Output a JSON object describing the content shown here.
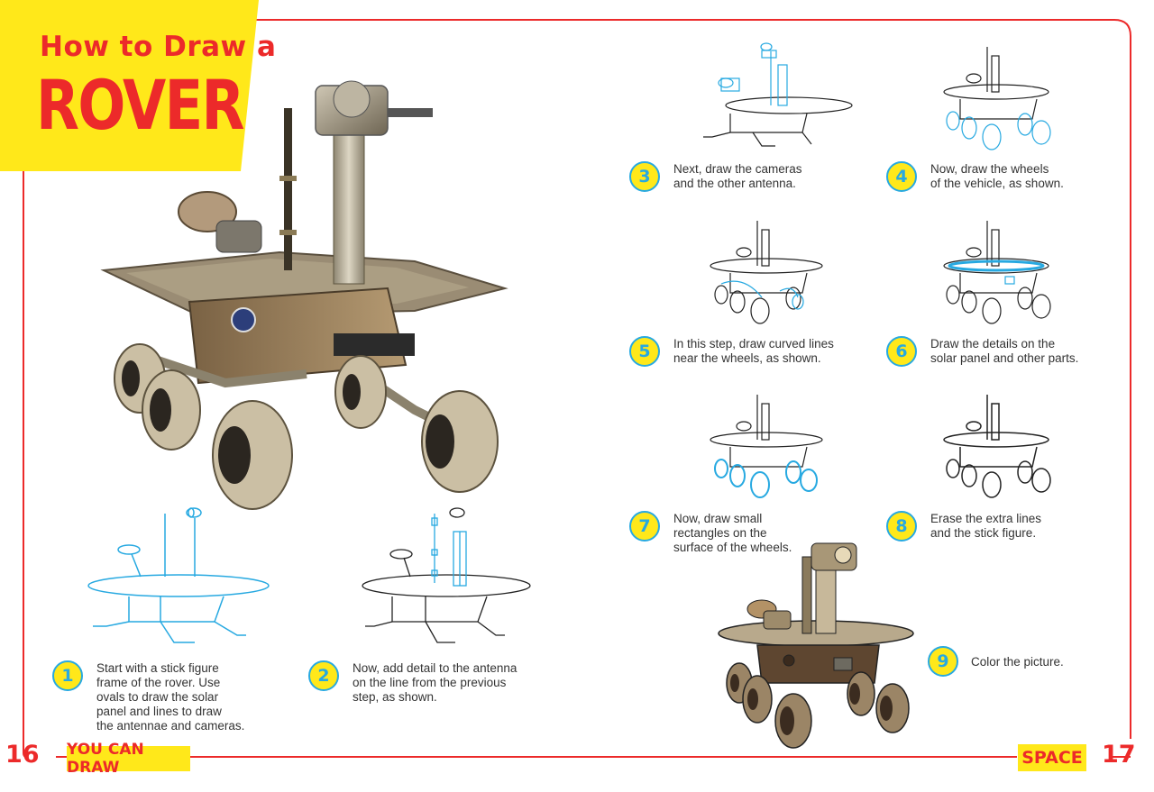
{
  "title": {
    "line1": "How to Draw a",
    "line2": "ROVER"
  },
  "steps": [
    {
      "num": "1",
      "text": [
        "Start with a stick figure",
        "frame of the rover. Use",
        "ovals to draw the solar",
        "panel and lines to draw",
        "the antennae and cameras."
      ]
    },
    {
      "num": "2",
      "text": [
        "Now, add detail to the antenna",
        "on the line from the previous",
        "step, as shown."
      ]
    },
    {
      "num": "3",
      "text": [
        "Next, draw the cameras",
        "and the other antenna."
      ]
    },
    {
      "num": "4",
      "text": [
        "Now, draw the wheels",
        "of the vehicle, as shown."
      ]
    },
    {
      "num": "5",
      "text": [
        "In this step, draw curved lines",
        "near the wheels, as shown."
      ]
    },
    {
      "num": "6",
      "text": [
        "Draw the details on the",
        "solar panel and other parts."
      ]
    },
    {
      "num": "7",
      "text": [
        "Now, draw small",
        "rectangles on the",
        "surface of the wheels."
      ]
    },
    {
      "num": "8",
      "text": [
        "Erase the extra lines",
        "and the stick figure."
      ]
    },
    {
      "num": "9",
      "text": [
        "Color the picture."
      ]
    }
  ],
  "footer": {
    "left_page": "16",
    "left_label": "YOU CAN DRAW",
    "right_label": "SPACE",
    "right_page": "17"
  },
  "colors": {
    "accent_red": "#ec2a2a",
    "accent_yellow": "#ffe81a",
    "step_blue": "#27a9e1"
  }
}
